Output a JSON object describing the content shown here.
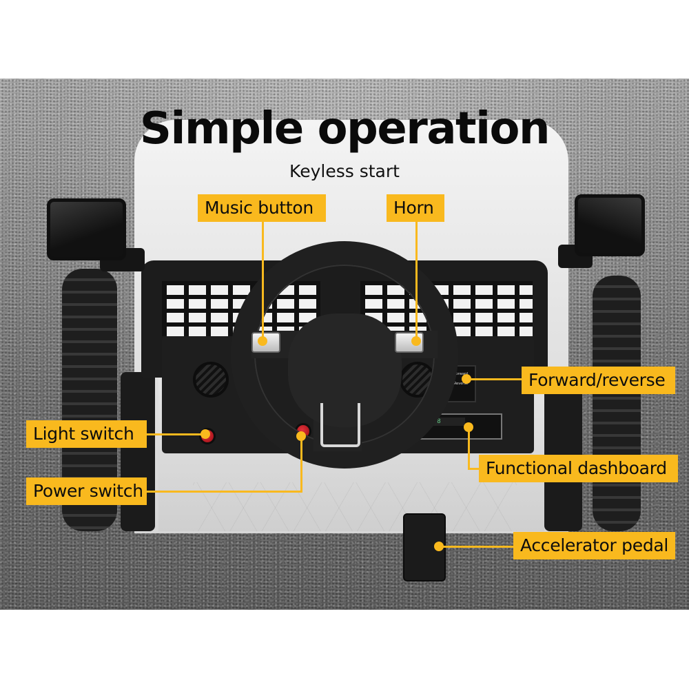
{
  "header": {
    "title": "Simple operation",
    "subtitle": "Keyless start"
  },
  "accent_color": "#f9b91e",
  "callouts": [
    {
      "id": "music",
      "label": "Music button",
      "target": "left steering wheel button"
    },
    {
      "id": "horn",
      "label": "Horn",
      "target": "right steering wheel button"
    },
    {
      "id": "forward_reverse",
      "label": "Forward/reverse",
      "target": "dashboard rocker switch"
    },
    {
      "id": "light",
      "label": "Light switch",
      "target": "left red dashboard switch"
    },
    {
      "id": "dashboard",
      "label": "Functional dashboard",
      "target": "MP3 / display panel"
    },
    {
      "id": "power",
      "label": "Power switch",
      "target": "right red power switch"
    },
    {
      "id": "accelerator",
      "label": "Accelerator pedal",
      "target": "floor pedal"
    }
  ],
  "dashboard_panel": {
    "switch_top": "Forward",
    "switch_bottom": "Reverse",
    "display": "8888"
  }
}
